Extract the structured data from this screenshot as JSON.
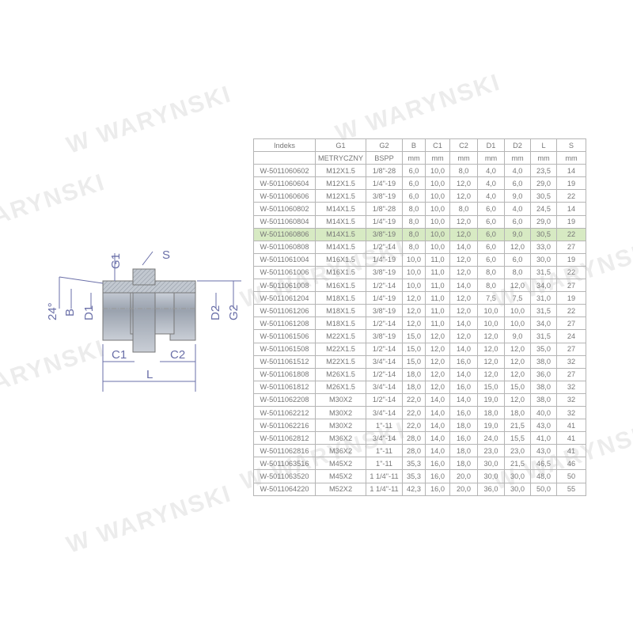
{
  "watermark": "WARYNSKI",
  "colors": {
    "highlight_row": "#d7eac3",
    "dimension_labels": "#6a6fa8",
    "border": "#b5b5b5"
  },
  "drawing": {
    "labels": {
      "g1": "G1",
      "s": "S",
      "angle": "24°",
      "b": "B",
      "d1": "D1",
      "d2": "D2",
      "g2": "G2",
      "c1": "C1",
      "c2": "C2",
      "l": "L"
    }
  },
  "table": {
    "headers": [
      "Indeks",
      "G1",
      "G2",
      "B",
      "C1",
      "C2",
      "D1",
      "D2",
      "L",
      "S"
    ],
    "units": [
      "",
      "METRYCZNY",
      "BSPP",
      "mm",
      "mm",
      "mm",
      "mm",
      "mm",
      "mm",
      "mm"
    ],
    "highlighted_index": "W-5011060806",
    "rows": [
      [
        "W-5011060602",
        "M12X1.5",
        "1/8\"-28",
        "6,0",
        "10,0",
        "8,0",
        "4,0",
        "4,0",
        "23,5",
        "14"
      ],
      [
        "W-5011060604",
        "M12X1.5",
        "1/4\"-19",
        "6,0",
        "10,0",
        "12,0",
        "4,0",
        "6,0",
        "29,0",
        "19"
      ],
      [
        "W-5011060606",
        "M12X1.5",
        "3/8\"-19",
        "6,0",
        "10,0",
        "12,0",
        "4,0",
        "9,0",
        "30,5",
        "22"
      ],
      [
        "W-5011060802",
        "M14X1.5",
        "1/8\"-28",
        "8,0",
        "10,0",
        "8,0",
        "6,0",
        "4,0",
        "24,5",
        "14"
      ],
      [
        "W-5011060804",
        "M14X1.5",
        "1/4\"-19",
        "8,0",
        "10,0",
        "12,0",
        "6,0",
        "6,0",
        "29,0",
        "19"
      ],
      [
        "W-5011060806",
        "M14X1.5",
        "3/8\"-19",
        "8,0",
        "10,0",
        "12,0",
        "6,0",
        "9,0",
        "30,5",
        "22"
      ],
      [
        "W-5011060808",
        "M14X1.5",
        "1/2\"-14",
        "8,0",
        "10,0",
        "14,0",
        "6,0",
        "12,0",
        "33,0",
        "27"
      ],
      [
        "W-5011061004",
        "M16X1.5",
        "1/4\"-19",
        "10,0",
        "11,0",
        "12,0",
        "6,0",
        "6,0",
        "30,0",
        "19"
      ],
      [
        "W-5011061006",
        "M16X1.5",
        "3/8\"-19",
        "10,0",
        "11,0",
        "12,0",
        "8,0",
        "8,0",
        "31,5",
        "22"
      ],
      [
        "W-5011061008",
        "M16X1.5",
        "1/2\"-14",
        "10,0",
        "11,0",
        "14,0",
        "8,0",
        "12,0",
        "34,0",
        "27"
      ],
      [
        "W-5011061204",
        "M18X1.5",
        "1/4\"-19",
        "12,0",
        "11,0",
        "12,0",
        "7,5",
        "7,5",
        "31,0",
        "19"
      ],
      [
        "W-5011061206",
        "M18X1.5",
        "3/8\"-19",
        "12,0",
        "11,0",
        "12,0",
        "10,0",
        "10,0",
        "31,5",
        "22"
      ],
      [
        "W-5011061208",
        "M18X1.5",
        "1/2\"-14",
        "12,0",
        "11,0",
        "14,0",
        "10,0",
        "10,0",
        "34,0",
        "27"
      ],
      [
        "W-5011061506",
        "M22X1.5",
        "3/8\"-19",
        "15,0",
        "12,0",
        "12,0",
        "12,0",
        "9,0",
        "31,5",
        "24"
      ],
      [
        "W-5011061508",
        "M22X1.5",
        "1/2\"-14",
        "15,0",
        "12,0",
        "14,0",
        "12,0",
        "12,0",
        "35,0",
        "27"
      ],
      [
        "W-5011061512",
        "M22X1.5",
        "3/4\"-14",
        "15,0",
        "12,0",
        "16,0",
        "12,0",
        "12,0",
        "38,0",
        "32"
      ],
      [
        "W-5011061808",
        "M26X1.5",
        "1/2\"-14",
        "18,0",
        "12,0",
        "14,0",
        "12,0",
        "12,0",
        "36,0",
        "27"
      ],
      [
        "W-5011061812",
        "M26X1.5",
        "3/4\"-14",
        "18,0",
        "12,0",
        "16,0",
        "15,0",
        "15,0",
        "38,0",
        "32"
      ],
      [
        "W-5011062208",
        "M30X2",
        "1/2\"-14",
        "22,0",
        "14,0",
        "14,0",
        "19,0",
        "12,0",
        "38,0",
        "32"
      ],
      [
        "W-5011062212",
        "M30X2",
        "3/4\"-14",
        "22,0",
        "14,0",
        "16,0",
        "18,0",
        "18,0",
        "40,0",
        "32"
      ],
      [
        "W-5011062216",
        "M30X2",
        "1\"-11",
        "22,0",
        "14,0",
        "18,0",
        "19,0",
        "21,5",
        "43,0",
        "41"
      ],
      [
        "W-5011062812",
        "M36X2",
        "3/4\"-14",
        "28,0",
        "14,0",
        "16,0",
        "24,0",
        "15,5",
        "41,0",
        "41"
      ],
      [
        "W-5011062816",
        "M36X2",
        "1\"-11",
        "28,0",
        "14,0",
        "18,0",
        "23,0",
        "23,0",
        "43,0",
        "41"
      ],
      [
        "W-5011063516",
        "M45X2",
        "1\"-11",
        "35,3",
        "16,0",
        "18,0",
        "30,0",
        "21,5",
        "46,5",
        "46"
      ],
      [
        "W-5011063520",
        "M45X2",
        "1 1/4\"-11",
        "35,3",
        "16,0",
        "20,0",
        "30,0",
        "30,0",
        "48,0",
        "50"
      ],
      [
        "W-5011064220",
        "M52X2",
        "1 1/4\"-11",
        "42,3",
        "16,0",
        "20,0",
        "36,0",
        "30,0",
        "50,0",
        "55"
      ]
    ]
  }
}
